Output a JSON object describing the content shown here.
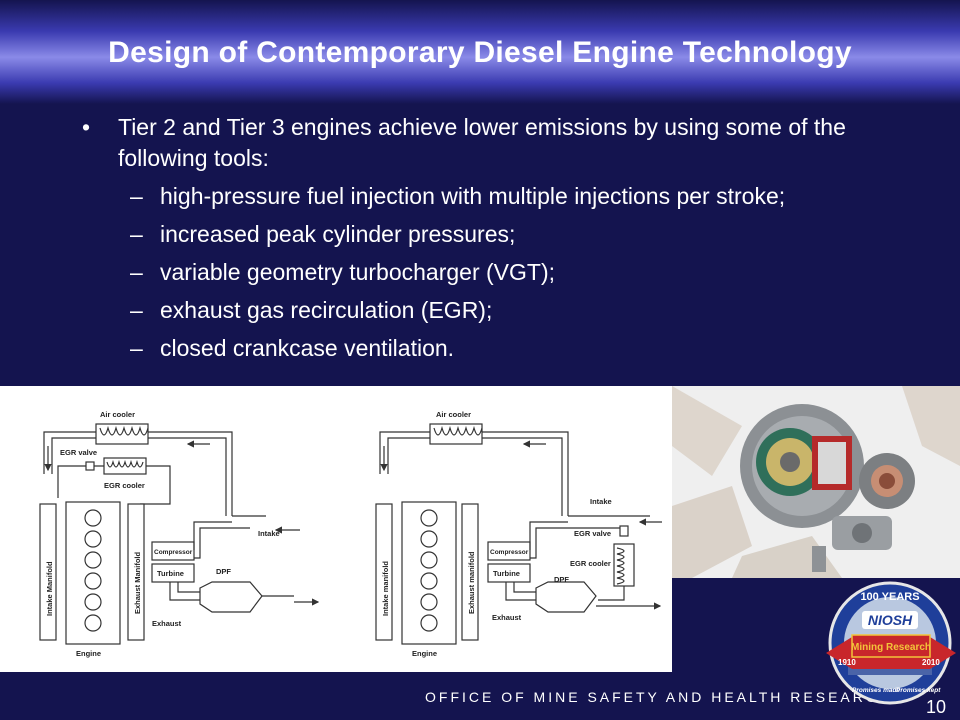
{
  "slide": {
    "title": "Design of Contemporary Diesel Engine Technology",
    "bullet_main": "Tier 2 and Tier 3 engines achieve lower emissions by using some of the following tools:",
    "bullet_symbol": "•",
    "dash_symbol": "–",
    "sub_bullets": [
      "high-pressure fuel injection with multiple injections per stroke;",
      "increased peak cylinder pressures;",
      "variable geometry turbocharger (VGT);",
      "exhaust gas recirculation (EGR);",
      "closed crankcase ventilation."
    ],
    "footer": "OFFICE OF MINE SAFETY AND HEALTH RESEARCH",
    "page_number": "10"
  },
  "diagram_left": {
    "air_cooler": "Air cooler",
    "egr_valve": "EGR valve",
    "egr_cooler": "EGR cooler",
    "intake_manifold": "Intake Manifold",
    "exhaust_manifold": "Exhaust Manifold",
    "compressor": "Compressor",
    "turbine": "Turbine",
    "intake": "Intake",
    "dpf": "DPF",
    "exhaust": "Exhaust",
    "engine": "Engine"
  },
  "diagram_right": {
    "air_cooler": "Air cooler",
    "intake": "Intake",
    "egr_valve": "EGR valve",
    "egr_cooler": "EGR cooler",
    "intake_manifold": "Intake manifold",
    "exhaust_manifold": "Exhaust manifold",
    "compressor": "Compressor",
    "turbine": "Turbine",
    "dpf": "DPF",
    "exhaust": "Exhaust",
    "engine": "Engine"
  },
  "logo": {
    "top_text": "100 YEARS",
    "brand": "NIOSH",
    "banner": "Mining Research",
    "year_left": "1910",
    "year_right": "2010",
    "tagline_left": "Promises made",
    "tagline_right": "Promises kept"
  },
  "colors": {
    "background": "#14144f",
    "title_band": "#8a8ae8",
    "text": "#ffffff"
  }
}
